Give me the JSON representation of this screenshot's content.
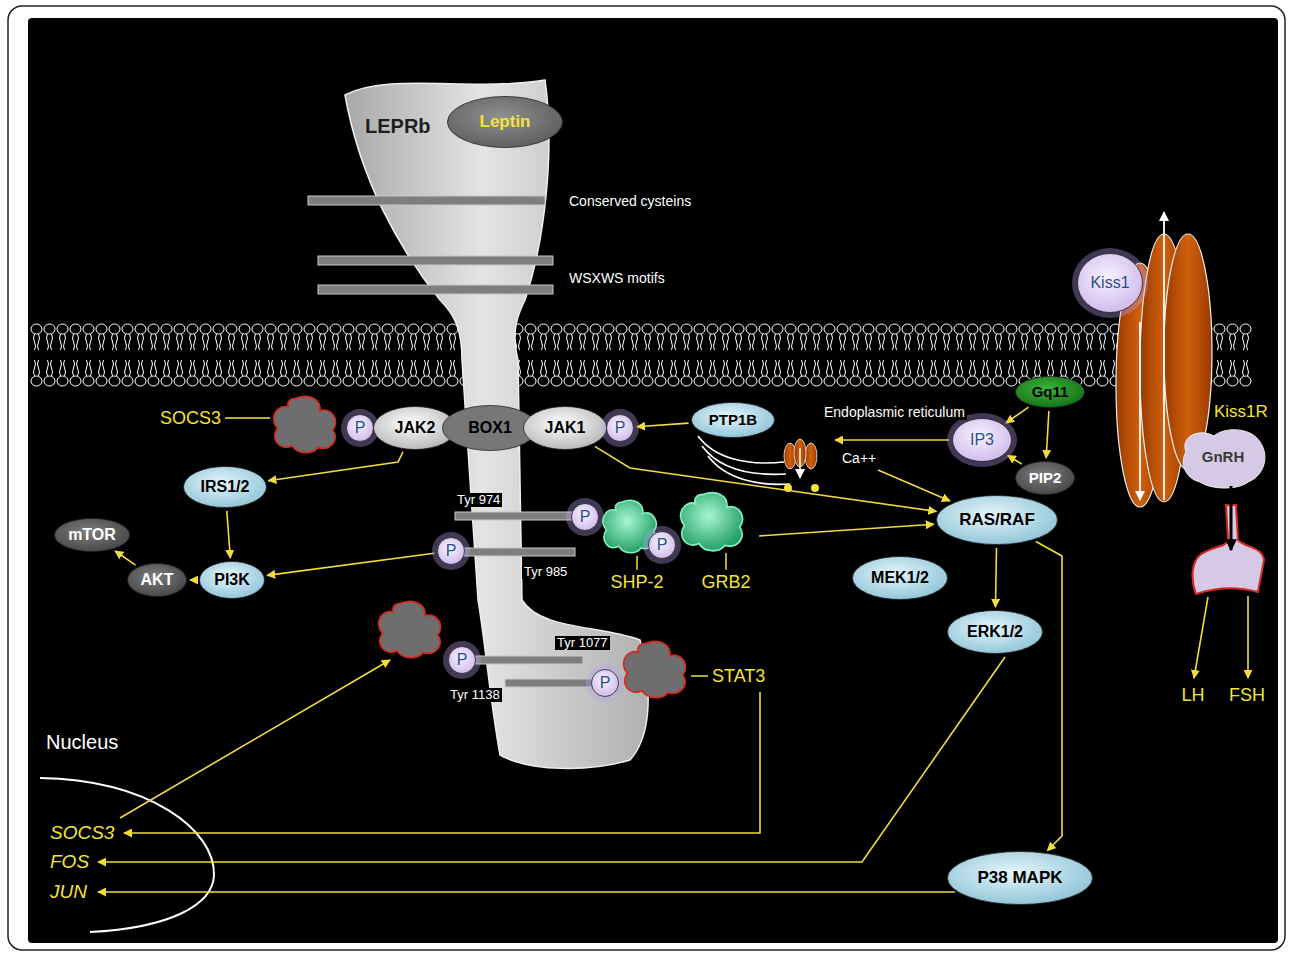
{
  "diagram": {
    "nodes": [
      {
        "text": [
          "LEPRb"
        ]
      },
      {
        "text": [
          "Leptin"
        ]
      },
      {
        "text": [
          "Kiss1R"
        ]
      },
      {
        "text": [
          "Kiss1"
        ]
      },
      {
        "text": [
          "SOCS3"
        ]
      },
      {
        "text": [
          "P"
        ]
      },
      {
        "text": [
          "JAK2"
        ]
      },
      {
        "text": [
          "BOX1"
        ]
      },
      {
        "text": [
          "JAK1"
        ]
      },
      {
        "text": [
          "P"
        ]
      },
      {
        "text": [
          "PTP1B"
        ]
      },
      {
        "text": [
          "Gq11"
        ]
      },
      {
        "text": [
          "IP3"
        ]
      },
      {
        "text": [
          "GnRH"
        ]
      },
      {
        "text": [
          "PIP2"
        ]
      },
      {
        "text": [
          "RAS/RAF"
        ]
      },
      {
        "text": [
          "IRS1/2"
        ]
      },
      {
        "text": [
          "P"
        ]
      },
      {
        "text": [
          "SHP-2"
        ]
      },
      {
        "text": [
          "P"
        ]
      },
      {
        "text": [
          "GRB2"
        ]
      },
      {
        "text": [
          "P"
        ]
      },
      {
        "text": [
          "MEK1/2"
        ]
      },
      {
        "text": [
          "ERK1/2"
        ]
      },
      {
        "text": [
          "mTOR"
        ]
      },
      {
        "text": [
          "AKT"
        ]
      },
      {
        "text": [
          "PI3K"
        ]
      },
      {
        "text": [
          "P"
        ]
      },
      {
        "text": [
          "P"
        ]
      },
      {
        "text": [
          "STAT3"
        ]
      },
      {
        "text": [
          "P38 MAPK"
        ]
      }
    ],
    "edges": [
      {
        "from": 6,
        "to": 16,
        "arrow": "to"
      },
      {
        "from": 16,
        "to": 26,
        "arrow": "to"
      },
      {
        "from": 21,
        "to": 26,
        "arrow": "to"
      },
      {
        "from": 26,
        "to": 25,
        "arrow": "to"
      },
      {
        "from": 25,
        "to": 24,
        "arrow": "to"
      },
      {
        "from": 10,
        "to": 9,
        "arrow": "to"
      },
      {
        "from": 8,
        "to": 15,
        "arrow": "to"
      },
      {
        "from": 20,
        "to": 15,
        "arrow": "to"
      },
      {
        "from": 11,
        "to": 12,
        "arrow": "to"
      },
      {
        "from": 11,
        "to": 14,
        "arrow": "to"
      },
      {
        "from": 14,
        "to": 12,
        "arrow": "to"
      },
      {
        "from": 15,
        "to": 23,
        "arrow": "to"
      },
      {
        "from": 15,
        "to": 30,
        "arrow": "to"
      }
    ],
    "labels": [
      "Conserved cysteins",
      "WSXWS motifs",
      "Endoplasmic reticulum",
      "Ca++",
      "Tyr 974",
      "Tyr 985",
      "Tyr 1077",
      "Tyr 1138",
      "Nucleus",
      "SOCS3",
      "FOS",
      "JUN",
      "LH",
      "FSH"
    ]
  }
}
